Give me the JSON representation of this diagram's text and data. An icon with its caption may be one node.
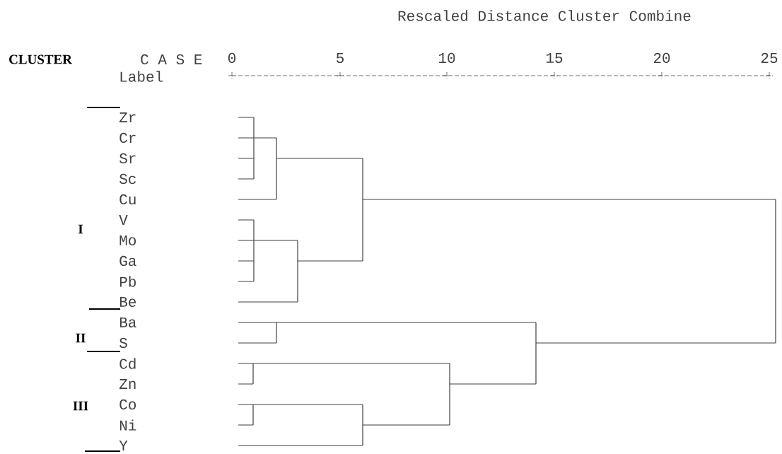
{
  "diagram": {
    "labels": [
      "Rescaled Distance Cluster Combine",
      "CLUSTER",
      "C A S E",
      "0",
      "5",
      "10",
      "15",
      "20",
      "25",
      "Label",
      "Zr",
      "Cr",
      "Sr",
      "Sc",
      "Cu",
      "V",
      "I",
      "Mo",
      "Ga",
      "Pb",
      "Be",
      "Ba",
      "II",
      "S",
      "Cd",
      "Zn",
      "III",
      "Co",
      "Ni",
      "Y"
    ]
  }
}
